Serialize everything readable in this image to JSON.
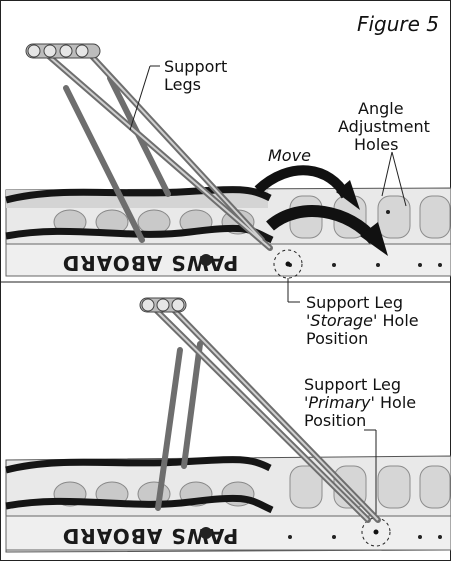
{
  "figure": {
    "title": "Figure 5"
  },
  "labels": {
    "support_legs": [
      "Support",
      "Legs"
    ],
    "move": "Move",
    "angle_holes": [
      "Angle",
      "Adjustment",
      "Holes"
    ],
    "storage": {
      "line1": "Support Leg",
      "prefix": "'",
      "emph": "Storage",
      "suffix": "' Hole",
      "line3": "Position"
    },
    "primary": {
      "line1": "Support Leg",
      "prefix": "'",
      "emph": "Primary",
      "suffix": "' Hole",
      "line3": "Position"
    }
  },
  "brand_text": "PAWS ABOARD",
  "colors": {
    "ink": "#111111",
    "ramp": "#e6e6e6",
    "rail": "#b8b8b8",
    "strap": "#151515",
    "frame": "#2a2a2a"
  }
}
